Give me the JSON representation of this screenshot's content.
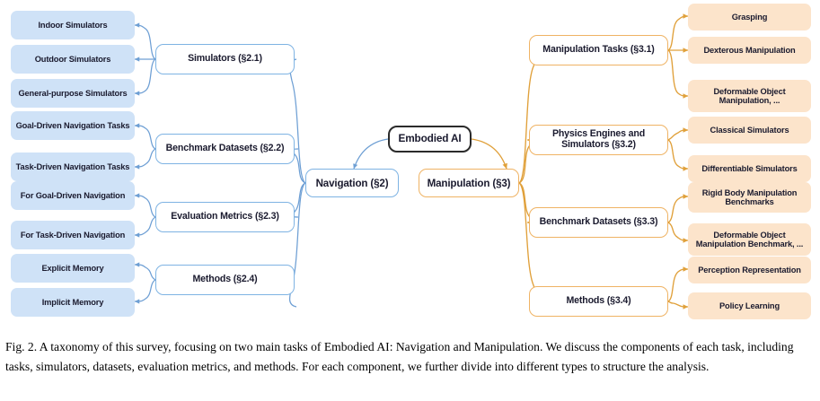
{
  "figure": {
    "label": "Fig. 2.",
    "caption": "A taxonomy of this survey, focusing on two main tasks of Embodied AI: Navigation and Manipulation. We discuss the components of each task, including tasks, simulators, datasets, evaluation metrics, and methods. For each component, we further divide into different types to structure the analysis."
  },
  "colors": {
    "navigation_fill": "#cfe2f7",
    "navigation_stroke": "#7eb3e3",
    "manipulation_fill": "#fce4cb",
    "manipulation_stroke": "#e8a33d",
    "root_stroke": "#2b2b2b",
    "text": "#1a1a2e",
    "background": "#ffffff"
  },
  "root": {
    "label": "Embodied AI"
  },
  "branches": [
    {
      "id": "navigation",
      "label": "Navigation (§2)",
      "side": "left",
      "children": [
        {
          "label": "Simulators (§2.1)",
          "leaves": [
            "Indoor Simulators",
            "Outdoor Simulators",
            "General-purpose Simulators"
          ]
        },
        {
          "label": "Benchmark Datasets (§2.2)",
          "leaves": [
            "Goal-Driven Navigation Tasks",
            "Task-Driven Navigation Tasks"
          ]
        },
        {
          "label": "Evaluation Metrics (§2.3)",
          "leaves": [
            "For Goal-Driven Navigation",
            "For Task-Driven Navigation"
          ]
        },
        {
          "label": "Methods (§2.4)",
          "leaves": [
            "Explicit Memory",
            "Implicit Memory"
          ]
        }
      ]
    },
    {
      "id": "manipulation",
      "label": "Manipulation (§3)",
      "side": "right",
      "children": [
        {
          "label": "Manipulation Tasks (§3.1)",
          "leaves": [
            "Grasping",
            "Dexterous Manipulation",
            "Deformable Object\nManipulation, ..."
          ]
        },
        {
          "label": "Physics Engines and\nSimulators (§3.2)",
          "leaves": [
            "Classical Simulators",
            "Differentiable Simulators"
          ]
        },
        {
          "label": "Benchmark Datasets (§3.3)",
          "leaves": [
            "Rigid Body Manipulation\nBenchmarks",
            "Deformable Object\nManipulation Benchmark, ..."
          ]
        },
        {
          "label": "Methods (§3.4)",
          "leaves": [
            "Perception Representation",
            "Policy Learning"
          ]
        }
      ]
    }
  ]
}
